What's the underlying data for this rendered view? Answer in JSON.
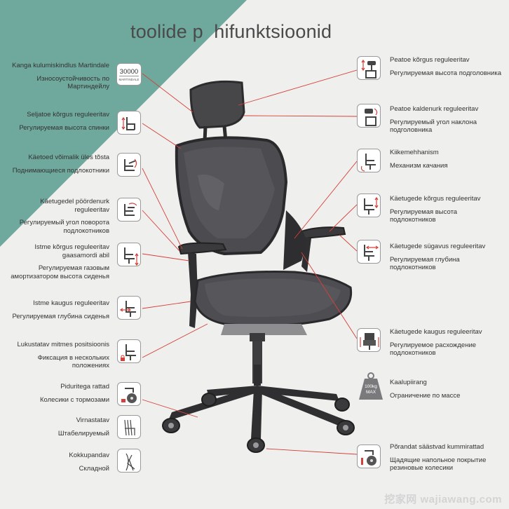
{
  "title": "toolide p  hifunktsioonid",
  "colors": {
    "accent_teal": "#6fa89c",
    "line_red": "#d6403a",
    "chair_dark": "#3a3a3c",
    "mesh": "#555558"
  },
  "left_features": [
    {
      "et": "Kanga kulumiskindlus Martindale",
      "ru": "Износоустойчивость по Мартиндейлу",
      "icon": "martindale-badge-icon",
      "badge_value": "30000",
      "badge_unit": "MARTINDALE"
    },
    {
      "et": "Seljatoe kõrgus reguleeritav",
      "ru": "Регулируемая высота спинки",
      "icon": "backrest-height-icon"
    },
    {
      "et": "Käetoed võimalik üles tõsta",
      "ru": "Поднимающиеся подлокотники",
      "icon": "armrest-lift-icon"
    },
    {
      "et": "Käetugedel pöördenurk reguleeritav",
      "ru": "Регулируемый угол поворота подлокотников",
      "icon": "armrest-rotate-icon"
    },
    {
      "et": "Istme kõrgus reguleeritav gaasamordi abil",
      "ru": "Регулируемая газовым амортизатором высота сиденья",
      "icon": "seat-height-icon"
    },
    {
      "et": "Istme kaugus reguleeritav",
      "ru": "Регулируемая глубина сиденья",
      "icon": "seat-depth-icon"
    },
    {
      "et": "Lukustatav mitmes positsioonis",
      "ru": "Фиксация в нескольких положениях",
      "icon": "lock-positions-icon"
    },
    {
      "et": "Piduritega rattad",
      "ru": "Колесики с тормозами",
      "icon": "brake-caster-icon"
    },
    {
      "et": "Virnastatav",
      "ru": "Штабелируемый",
      "icon": "stackable-icon"
    },
    {
      "et": "Kokkupandav",
      "ru": "Складной",
      "icon": "foldable-icon"
    }
  ],
  "right_features": [
    {
      "et": "Peatoe kõrgus reguleeritav",
      "ru": "Регулируемая высота подголовника",
      "icon": "headrest-height-icon"
    },
    {
      "et": "Peatoe kaldenurk reguleeritav",
      "ru": "Регулируемый угол наклона подголовника",
      "icon": "headrest-angle-icon"
    },
    {
      "et": "Kiikemehhanism",
      "ru": "Механизм качания",
      "icon": "rocking-mechanism-icon"
    },
    {
      "et": "Käetugede kõrgus reguleeritav",
      "ru": "Регулируемая высота подлокотников",
      "icon": "armrest-height-icon"
    },
    {
      "et": "Käetugede sügavus reguleeritav",
      "ru": "Регулируемая глубина подлокотников",
      "icon": "armrest-depth-icon"
    },
    {
      "et": "Käetugede kaugus reguleeritav",
      "ru": "Регулируемое расхождение подлокотников",
      "icon": "armrest-width-icon"
    },
    {
      "et": "Kaalupiirang",
      "ru": "Ограничение по массе",
      "icon": "weight-limit-icon",
      "badge_value": "100kg",
      "badge_unit": "MAX"
    },
    {
      "et": "Põrandat säästvad kummirattad",
      "ru": "Щадящие напольное покрытие резиновые колесики",
      "icon": "rubber-caster-icon"
    }
  ],
  "watermark": "挖家网 wajiawang.com"
}
